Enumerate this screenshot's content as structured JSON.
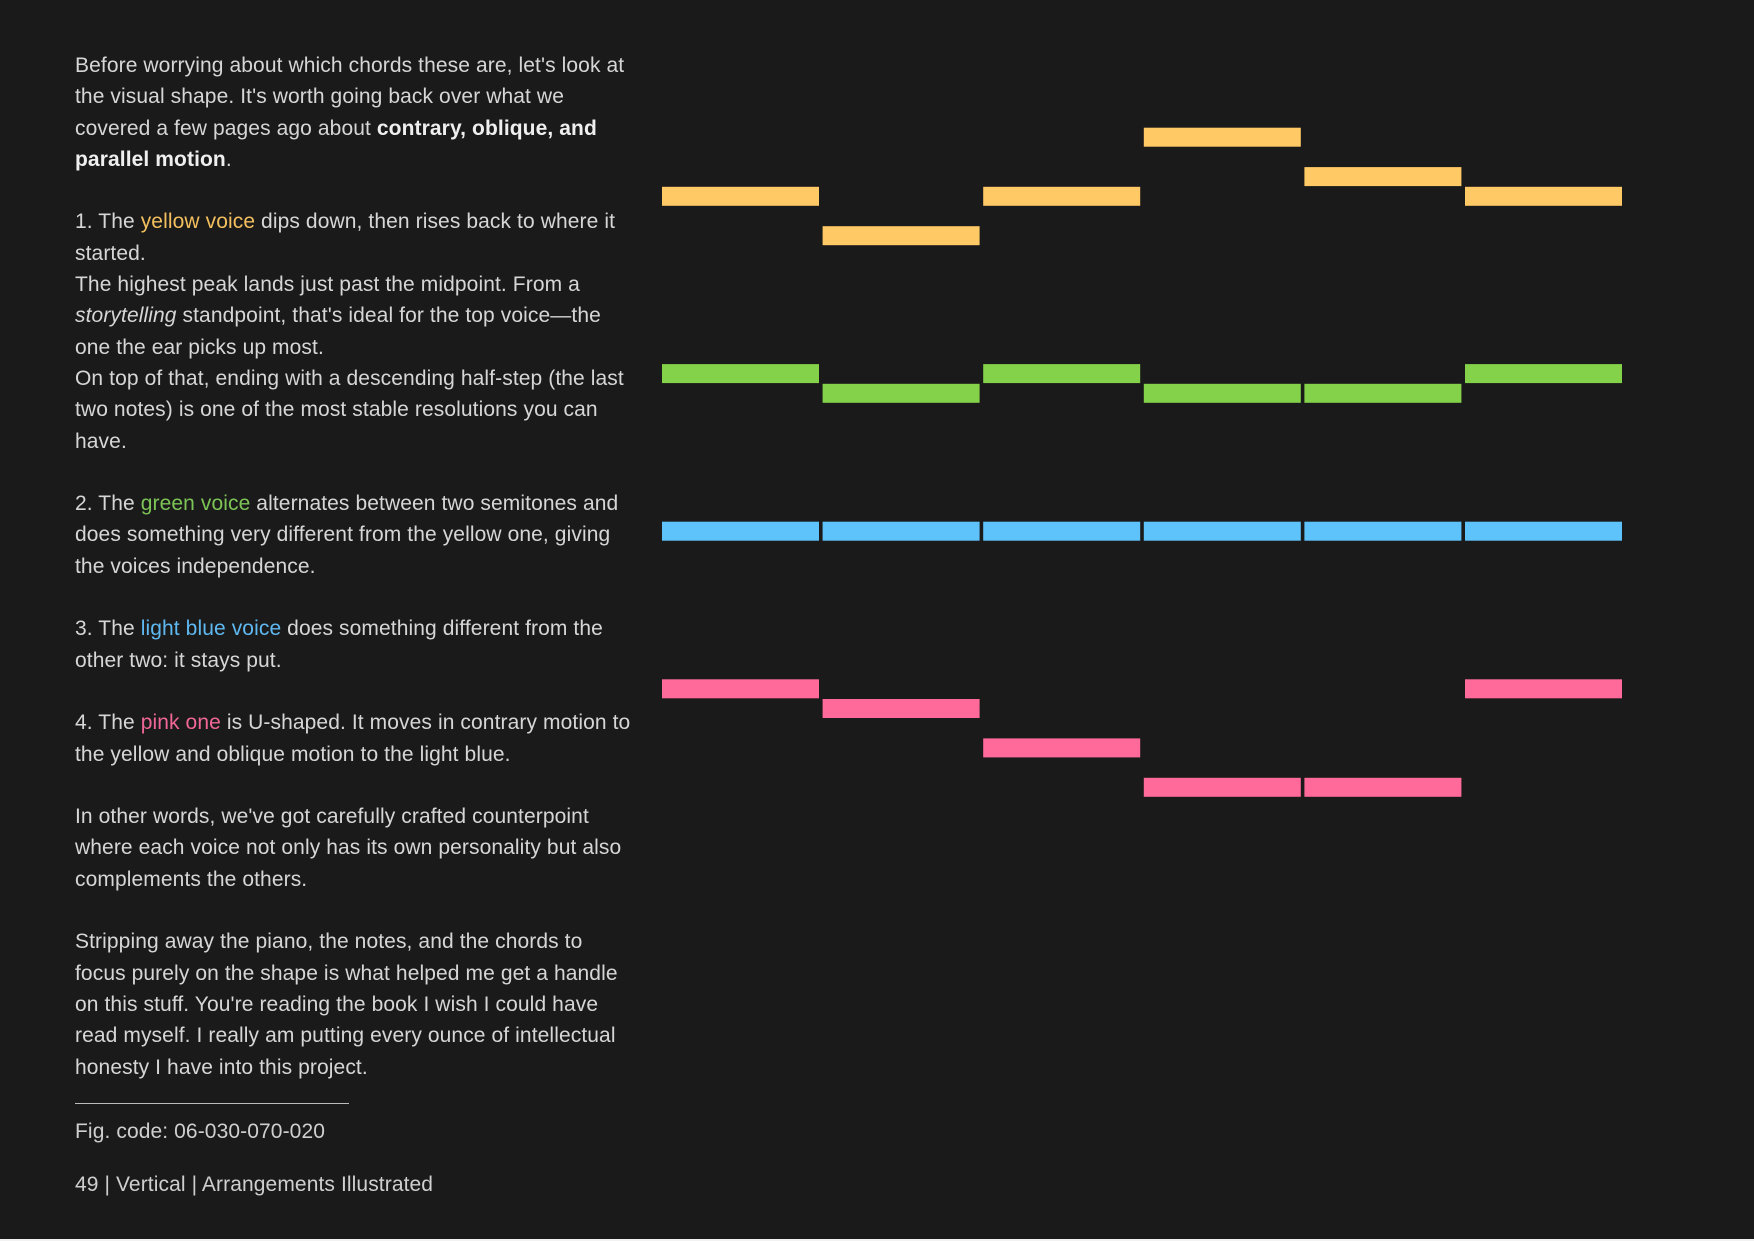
{
  "paragraphs": {
    "intro": {
      "before": "Before worrying about which chords these are, let's look at the visual shape. It's worth going back over what we covered a few pages ago about ",
      "bold": "contrary, oblique, and parallel motion",
      "after": "."
    },
    "yellow": {
      "lead": "1. The ",
      "voice": "yellow voice",
      "rest": " dips down, then rises back to where it started.",
      "line2_before": "The highest peak lands just past the midpoint. From a ",
      "line2_italic": "storytelling",
      "line2_after": " standpoint, that's ideal for the top voice—the one the ear picks up most.",
      "line3": "On top of that, ending with a descending half-step (the last two notes) is one of the most stable resolutions you can have."
    },
    "green": {
      "lead": "2. The ",
      "voice": "green voice",
      "rest": " alternates between two semitones and does something very different from the yellow one, giving the voices independence."
    },
    "blue": {
      "lead": "3. The ",
      "voice": "light blue voice",
      "rest": " does something different from the other two: it stays put."
    },
    "pink": {
      "lead": "4. The ",
      "voice": "pink one",
      "rest": " is U-shaped. It moves in contrary motion to the yellow and oblique motion to the light blue."
    },
    "summary": "In other words, we've got carefully crafted counterpoint where each voice not only has its own personality but also complements the others.",
    "closing": "Stripping away the piano, the notes, and the chords to focus purely on the shape is what helped me get a handle on this stuff. You're reading the book I wish I could have read myself. I really am putting every ounce of intellectual honesty I have into this project."
  },
  "fig_code": "Fig. code:  06-030-070-020",
  "footer": "49 | Vertical | Arrangements Illustrated",
  "colors": {
    "background": "#1a1a1a",
    "yellow": "#f3bf5e",
    "green": "#7cc456",
    "blue": "#5fb8f0",
    "pink": "#f06797"
  },
  "chart_data": {
    "type": "line",
    "x": [
      1,
      2,
      3,
      4,
      5,
      6
    ],
    "ylabel": "",
    "xlabel": "",
    "series": [
      {
        "color": "#ffc965",
        "values": [
          21,
          19,
          21,
          24,
          22,
          21
        ]
      },
      {
        "color": "#84d24a",
        "values": [
          12,
          11,
          12,
          11,
          11,
          12
        ]
      },
      {
        "color": "#5fc3fb",
        "values": [
          4,
          4,
          4,
          4,
          4,
          4
        ]
      },
      {
        "color": "#ff6a9a",
        "values": [
          -4,
          -5,
          -7,
          -9,
          -9,
          -4
        ]
      }
    ]
  }
}
